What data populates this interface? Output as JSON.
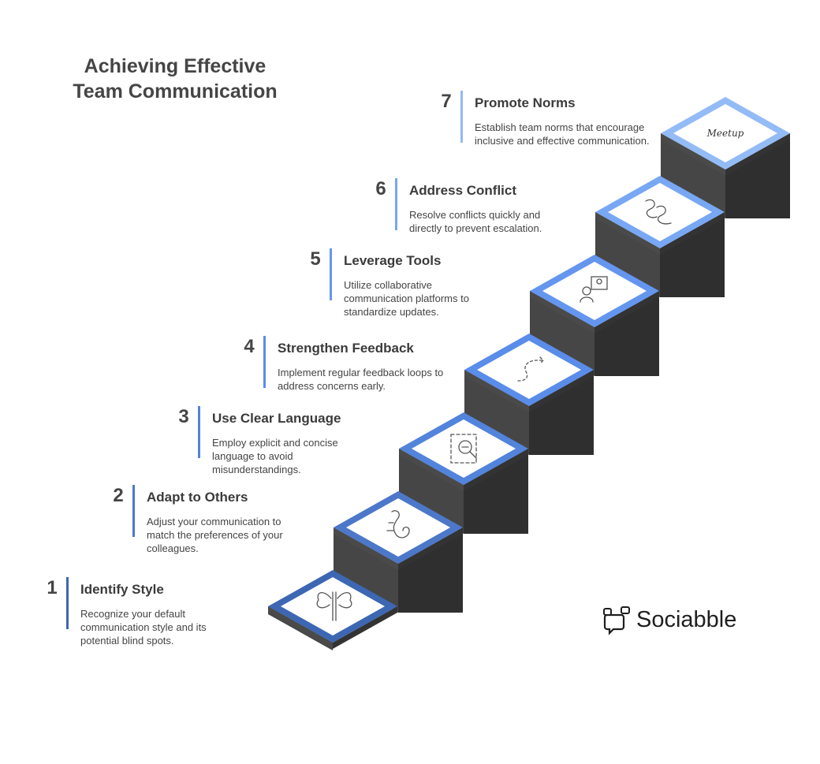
{
  "title_line1": "Achieving Effective",
  "title_line2": "Team Communication",
  "brand": "Sociabble",
  "icon_text_meetup": "Meetup",
  "colors": {
    "step1": "#3d67b3",
    "step2": "#4d78c9",
    "step3": "#5284db",
    "step4": "#5a8cea",
    "step5": "#6496ef",
    "step6": "#78a7f3",
    "step7": "#93bbf6",
    "riser": "#454545",
    "side": "#333333"
  },
  "steps": [
    {
      "number": "1",
      "heading": "Identify Style",
      "description": "Recognize your default communication style and its potential blind spots.",
      "icon": "butterfly-icon"
    },
    {
      "number": "2",
      "heading": "Adapt to Others",
      "description": "Adjust your communication to match the preferences of your colleagues.",
      "icon": "chameleon-icon"
    },
    {
      "number": "3",
      "heading": "Use Clear Language",
      "description": "Employ explicit and concise language to avoid misunderstandings.",
      "icon": "magnifier-focus-icon"
    },
    {
      "number": "4",
      "heading": "Strengthen Feedback",
      "description": "Implement regular feedback loops to address concerns early.",
      "icon": "dotted-path-arrow-icon"
    },
    {
      "number": "5",
      "heading": "Leverage Tools",
      "description": "Utilize collaborative communication platforms to standardize updates.",
      "icon": "video-call-icon"
    },
    {
      "number": "6",
      "heading": "Address Conflict",
      "description": "Resolve conflicts quickly and directly to prevent escalation.",
      "icon": "tangled-lines-icon"
    },
    {
      "number": "7",
      "heading": "Promote Norms",
      "description": "Establish team norms that encourage inclusive and effective communication.",
      "icon": "meetup-icon"
    }
  ]
}
